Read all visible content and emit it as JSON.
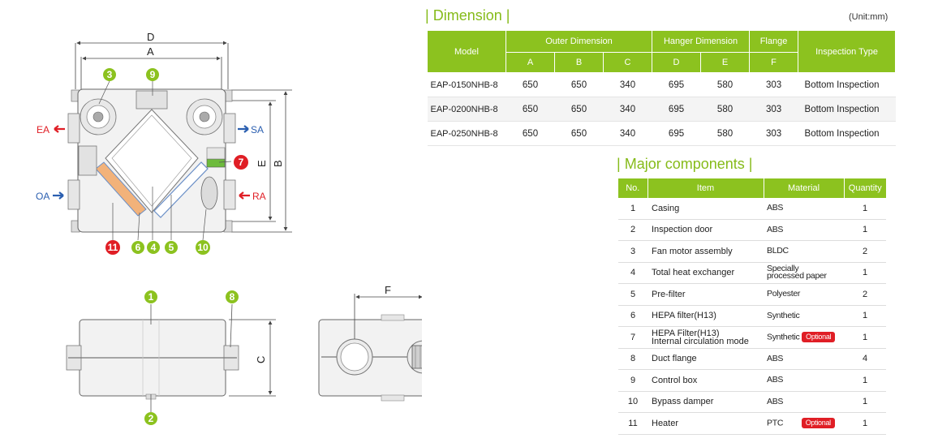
{
  "dimension": {
    "title": "Dimension",
    "unit": "(Unit:mm)",
    "headers": {
      "model": "Model",
      "outer": "Outer Dimension",
      "hanger": "Hanger Dimension",
      "flange": "Flange",
      "inspection": "Inspection Type",
      "a": "A",
      "b": "B",
      "c": "C",
      "d": "D",
      "e": "E",
      "f": "F"
    },
    "rows": [
      {
        "model": "EAP-0150NHB-8",
        "a": "650",
        "b": "650",
        "c": "340",
        "d": "695",
        "e": "580",
        "f": "303",
        "inspection": "Bottom Inspection"
      },
      {
        "model": "EAP-0200NHB-8",
        "a": "650",
        "b": "650",
        "c": "340",
        "d": "695",
        "e": "580",
        "f": "303",
        "inspection": "Bottom Inspection"
      },
      {
        "model": "EAP-0250NHB-8",
        "a": "650",
        "b": "650",
        "c": "340",
        "d": "695",
        "e": "580",
        "f": "303",
        "inspection": "Bottom Inspection"
      }
    ]
  },
  "components": {
    "title": "Major components",
    "headers": {
      "no": "No.",
      "item": "Item",
      "material": "Material",
      "quantity": "Quantity"
    },
    "badge": "Optional",
    "rows": [
      {
        "no": "1",
        "item": "Casing",
        "item2": "",
        "material": "ABS",
        "material2": "",
        "quantity": "1"
      },
      {
        "no": "2",
        "item": "Inspection door",
        "item2": "",
        "material": "ABS",
        "material2": "",
        "quantity": "1"
      },
      {
        "no": "3",
        "item": "Fan motor assembly",
        "item2": "",
        "material": "BLDC",
        "material2": "",
        "quantity": "2"
      },
      {
        "no": "4",
        "item": "Total heat exchanger",
        "item2": "",
        "material": "Specially",
        "material2": "processed paper",
        "quantity": "1"
      },
      {
        "no": "5",
        "item": "Pre-filter",
        "item2": "",
        "material": "Polyester",
        "material2": "",
        "quantity": "2"
      },
      {
        "no": "6",
        "item": "HEPA filter(H13)",
        "item2": "",
        "material": "Synthetic",
        "material2": "",
        "quantity": "1"
      },
      {
        "no": "7",
        "item": "HEPA Filter(H13)",
        "item2": "Internal circulation mode",
        "material": "Synthetic",
        "material2": "",
        "quantity": "1"
      },
      {
        "no": "8",
        "item": "Duct flange",
        "item2": "",
        "material": "ABS",
        "material2": "",
        "quantity": "4"
      },
      {
        "no": "9",
        "item": "Control box",
        "item2": "",
        "material": "ABS",
        "material2": "",
        "quantity": "1"
      },
      {
        "no": "10",
        "item": "Bypass damper",
        "item2": "",
        "material": "ABS",
        "material2": "",
        "quantity": "1"
      },
      {
        "no": "11",
        "item": "Heater",
        "item2": "",
        "material": "PTC",
        "material2": "",
        "quantity": "1"
      }
    ]
  },
  "diagram": {
    "labels": {
      "d": "D",
      "a": "A",
      "b": "B",
      "e": "E",
      "c": "C",
      "f": "F"
    },
    "air": {
      "ea": "EA",
      "sa": "SA",
      "oa": "OA",
      "ra": "RA"
    },
    "callouts": [
      "1",
      "2",
      "3",
      "4",
      "5",
      "6",
      "7",
      "8",
      "9",
      "10",
      "11"
    ],
    "colors": {
      "green": "#8cc21f",
      "red": "#e01e25",
      "blue": "#2b5fb0",
      "filter_orange": "#f2b27a"
    }
  }
}
